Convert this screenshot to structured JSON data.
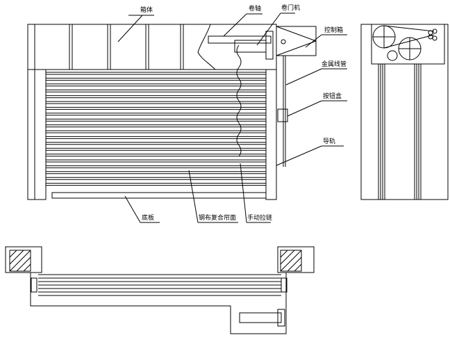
{
  "labels": {
    "box": "箱体",
    "shaft": "卷轴",
    "motor": "卷门机",
    "control_box": "控制箱",
    "conduit": "金属线管",
    "button_box": "按钮盒",
    "guide_rail": "导轨",
    "bottom_plate": "底板",
    "curtain": "钢布复合帘面",
    "manual_chain": "手动拉链"
  },
  "colors": {
    "line": "#000000",
    "background": "#ffffff"
  }
}
